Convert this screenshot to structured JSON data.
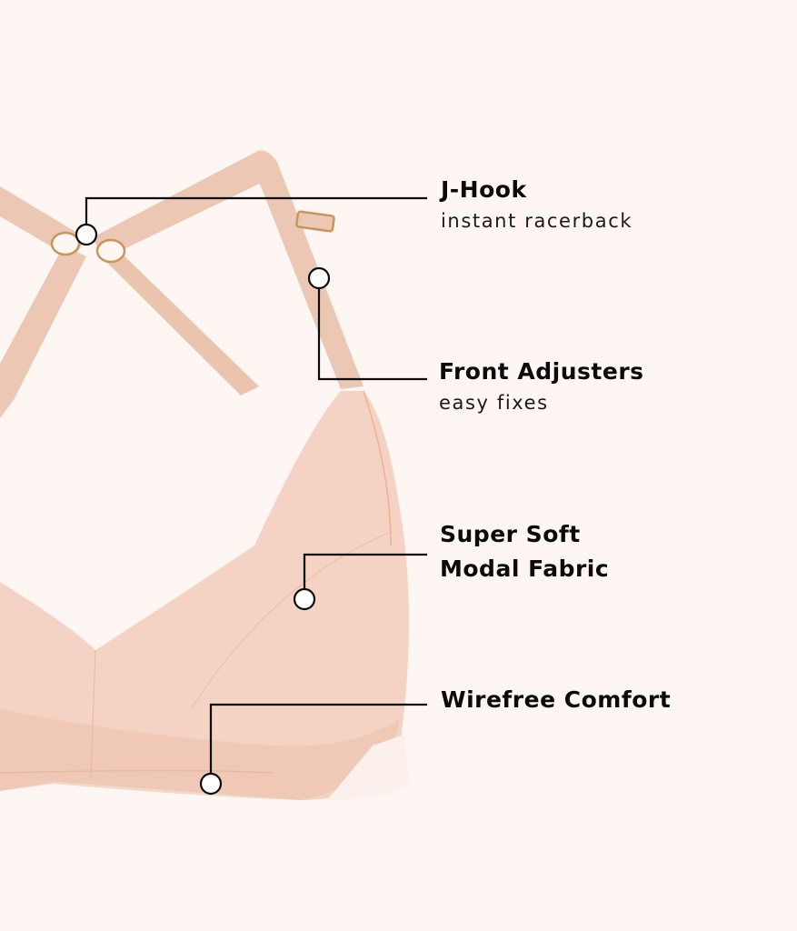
{
  "colors": {
    "background": "#fdf6f3",
    "fabric": "#f4d3c4",
    "fabric_shadow": "#ebbfac",
    "strap": "#ecc8b4",
    "hardware": "#c8955a",
    "callout_line": "#0b0b0b"
  },
  "callouts": [
    {
      "title": "J-Hook",
      "subtitle": "instant racerback"
    },
    {
      "title": "Front Adjusters",
      "subtitle": "easy fixes"
    },
    {
      "title_line1": "Super Soft",
      "title_line2": "Modal Fabric"
    },
    {
      "title": "Wirefree Comfort"
    }
  ]
}
